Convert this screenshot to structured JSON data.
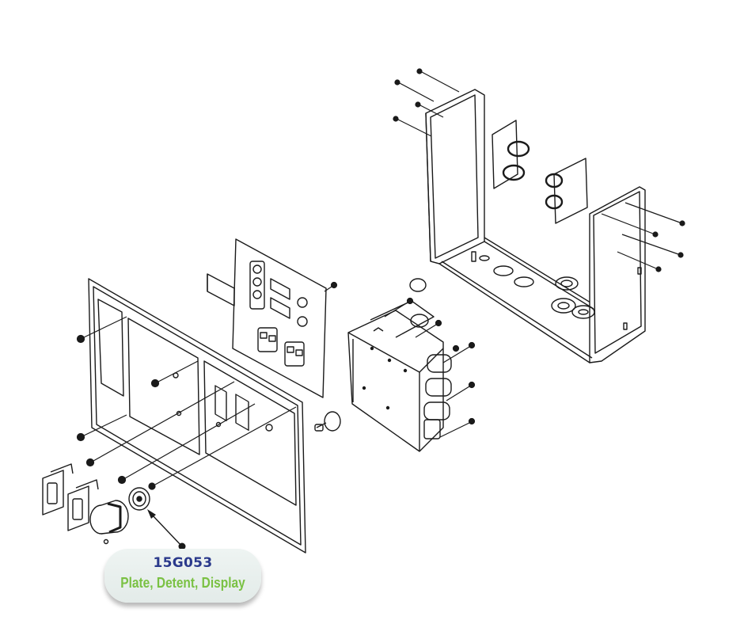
{
  "callout": {
    "part_number": "15G053",
    "part_name": "Plate, Detent, Display",
    "number_color": "#2b3a8c",
    "name_color": "#7ac143"
  },
  "parts": [
    "front-panel",
    "overlay-membrane",
    "control-board-assembly",
    "enclosure-chassis",
    "rocker-switch",
    "knob",
    "detent-plate",
    "potentiometer",
    "screw"
  ]
}
